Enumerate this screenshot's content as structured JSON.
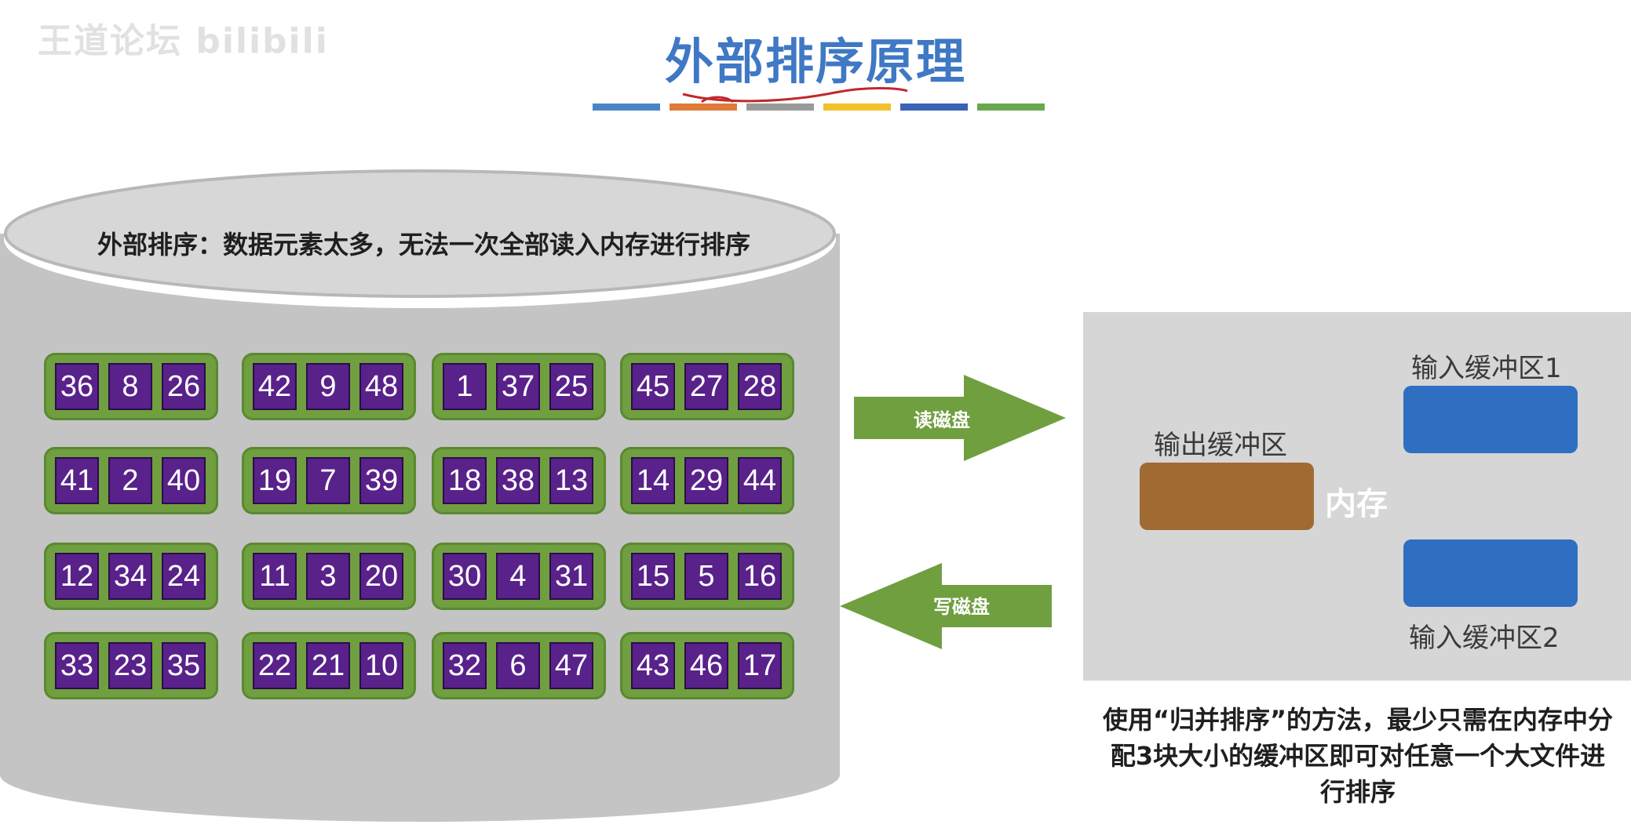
{
  "watermark": "王道论坛 bilibili",
  "title": "外部排序原理",
  "color_bars": [
    "#4a86c5",
    "#e07b39",
    "#9a9a9a",
    "#f2c12e",
    "#3a63b5",
    "#6aa84f"
  ],
  "disk": {
    "description": "外部排序：数据元素太多，无法一次全部读入内存进行排序",
    "blocks": [
      [
        "36",
        "8",
        "26"
      ],
      [
        "42",
        "9",
        "48"
      ],
      [
        "1",
        "37",
        "25"
      ],
      [
        "45",
        "27",
        "28"
      ],
      [
        "41",
        "2",
        "40"
      ],
      [
        "19",
        "7",
        "39"
      ],
      [
        "18",
        "38",
        "13"
      ],
      [
        "14",
        "29",
        "44"
      ],
      [
        "12",
        "34",
        "24"
      ],
      [
        "11",
        "3",
        "20"
      ],
      [
        "30",
        "4",
        "31"
      ],
      [
        "15",
        "5",
        "16"
      ],
      [
        "33",
        "23",
        "35"
      ],
      [
        "22",
        "21",
        "10"
      ],
      [
        "32",
        "6",
        "47"
      ],
      [
        "43",
        "46",
        "17"
      ]
    ]
  },
  "arrows": {
    "read": "读磁盘",
    "write": "写磁盘"
  },
  "memory": {
    "label": "内存",
    "output_buffer": "输出缓冲区",
    "input_buffer_1": "输入缓冲区1",
    "input_buffer_2": "输入缓冲区2",
    "output_color": "#a06a32",
    "input_color": "#2f6fc1"
  },
  "note": "使用“归并排序”的方法，最少只需在内存中分配3块大小的缓冲区即可对任意一个大文件进行排序"
}
